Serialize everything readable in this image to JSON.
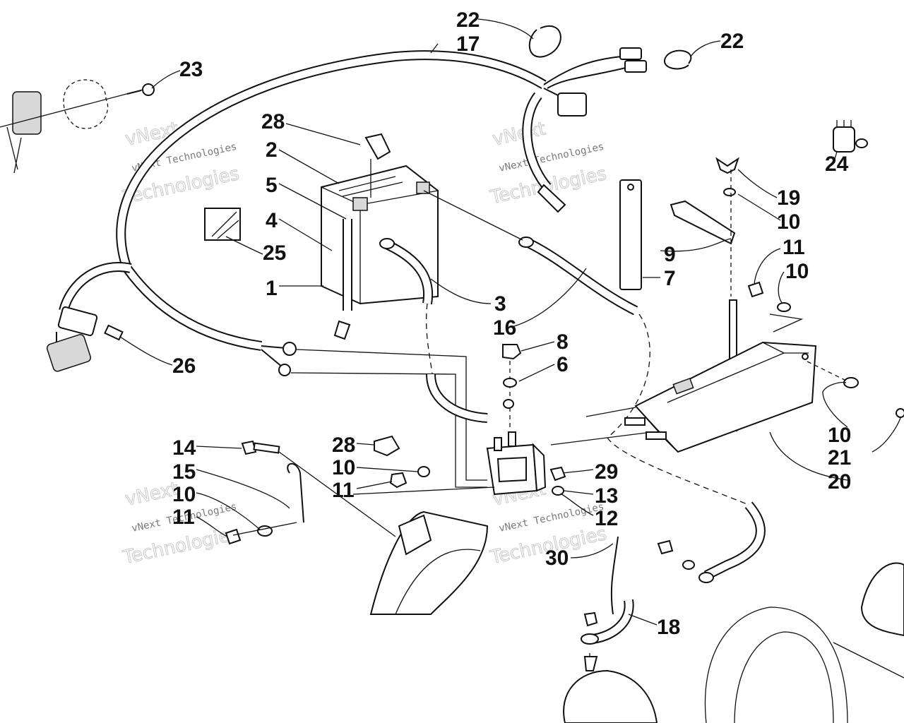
{
  "diagram": {
    "callouts": [
      {
        "id": "c1",
        "label": "1"
      },
      {
        "id": "c2",
        "label": "2"
      },
      {
        "id": "c3",
        "label": "3"
      },
      {
        "id": "c4",
        "label": "4"
      },
      {
        "id": "c5",
        "label": "5"
      },
      {
        "id": "c6",
        "label": "6"
      },
      {
        "id": "c7",
        "label": "7"
      },
      {
        "id": "c8",
        "label": "8"
      },
      {
        "id": "c9",
        "label": "9"
      },
      {
        "id": "c10a",
        "label": "10"
      },
      {
        "id": "c10b",
        "label": "10"
      },
      {
        "id": "c10c",
        "label": "10"
      },
      {
        "id": "c10d",
        "label": "10"
      },
      {
        "id": "c10e",
        "label": "10"
      },
      {
        "id": "c11a",
        "label": "11"
      },
      {
        "id": "c11b",
        "label": "11"
      },
      {
        "id": "c11c",
        "label": "11"
      },
      {
        "id": "c12",
        "label": "12"
      },
      {
        "id": "c13",
        "label": "13"
      },
      {
        "id": "c14",
        "label": "14"
      },
      {
        "id": "c15",
        "label": "15"
      },
      {
        "id": "c16",
        "label": "16"
      },
      {
        "id": "c17",
        "label": "17"
      },
      {
        "id": "c18",
        "label": "18"
      },
      {
        "id": "c19",
        "label": "19"
      },
      {
        "id": "c20",
        "label": "20"
      },
      {
        "id": "c21",
        "label": "21"
      },
      {
        "id": "c22a",
        "label": "22"
      },
      {
        "id": "c22b",
        "label": "22"
      },
      {
        "id": "c23",
        "label": "23"
      },
      {
        "id": "c24",
        "label": "24"
      },
      {
        "id": "c25",
        "label": "25"
      },
      {
        "id": "c26",
        "label": "26"
      },
      {
        "id": "c28a",
        "label": "28"
      },
      {
        "id": "c28b",
        "label": "28"
      },
      {
        "id": "c29",
        "label": "29"
      },
      {
        "id": "c30",
        "label": "30"
      }
    ],
    "watermark": {
      "brand": "vNext",
      "line1": "vNext Technologies",
      "line2": "Technologies"
    }
  }
}
